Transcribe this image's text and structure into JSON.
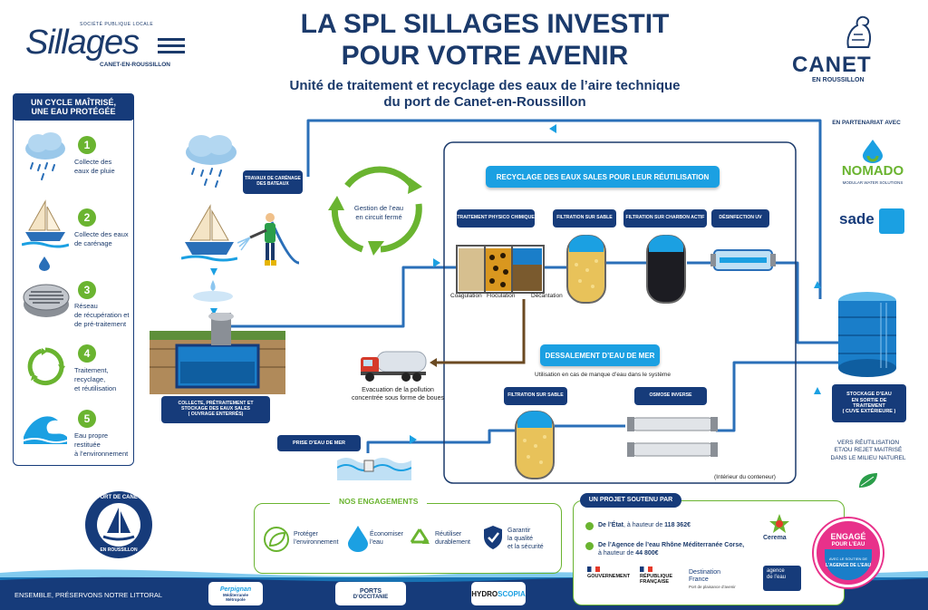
{
  "header": {
    "title_line1": "LA SPL SILLAGES INVESTIT",
    "title_line2": "POUR VOTRE AVENIR",
    "subtitle_line1": "Unité de traitement et recyclage des eaux de l’aire technique",
    "subtitle_line2": "du port de Canet-en-Roussillon"
  },
  "logo_sillages": {
    "small": "SOCIÉTÉ PUBLIQUE LOCALE",
    "name": "Sillages",
    "sub": "CANET-EN-ROUSSILLON"
  },
  "logo_canet": {
    "name": "CANET",
    "sub": "EN ROUSSILLON"
  },
  "cycle": {
    "header_line1": "UN CYCLE MAÎTRISÉ,",
    "header_line2": "UNE EAU PROTÉGÉE",
    "steps": [
      {
        "num": "1",
        "l1": "Collecte des",
        "l2": "eaux de pluie",
        "l3": "",
        "l4": ""
      },
      {
        "num": "2",
        "l1": "Collecte des eaux",
        "l2": "de carénage",
        "l3": "",
        "l4": ""
      },
      {
        "num": "3",
        "l1": "Réseau",
        "l2": "de récupération et",
        "l3": "de pré-traitement",
        "l4": ""
      },
      {
        "num": "4",
        "l1": "Traitement,",
        "l2": "recyclage,",
        "l3": "et réutilisation",
        "l4": ""
      },
      {
        "num": "5",
        "l1": "Eau propre",
        "l2": "restituée",
        "l3": "à l’environnement",
        "l4": ""
      }
    ]
  },
  "diagram": {
    "travaux_l1": "TRAVAUX DE CARÉNAGE",
    "travaux_l2": "DES BATEAUX",
    "gestion_l1": "Gestion de l’eau",
    "gestion_l2": "en circuit fermé",
    "collecte_l1": "COLLECTE, PRÉTRAITEMENT ET",
    "collecte_l2": "STOCKAGE DES EAUX SALES",
    "collecte_l3": "( OUVRAGE ENTERRÉS)",
    "recyclage_title": "RECYCLAGE DES EAUX SALES POUR LEUR RÉUTILISATION",
    "stage_physico": "TRAITEMENT PHYSICO CHIMIQUE",
    "stage_sable": "FILTRATION SUR SABLE",
    "stage_charbon": "FILTRATION SUR CHARBON ACTIF",
    "stage_uv": "DÉSINFECTION UV",
    "coagulation": "Coagulation",
    "floculation": "Floculation",
    "decantation": "Décantation",
    "evac_l1": "Evacuation de la pollution",
    "evac_l2": "concentrée sous forme de boues",
    "dessalement_title": "DESSALEMENT D’EAU DE MER",
    "dessalement_sub": "Utilisation en cas de manque d’eau dans le système",
    "filtration_sable2": "FILTRATION SUR SABLE",
    "osmose": "OSMOSE INVERSE",
    "prise": "PRISE D’EAU DE MER",
    "interieur": "(Intérieur du conteneur)",
    "stockage_l1": "STOCKAGE D’EAU",
    "stockage_l2": "EN SORTIE DE",
    "stockage_l3": "TRAITEMENT",
    "stockage_l4": "( CUVE EXTÉRIEURE )",
    "vers_l1": "VERS RÉUTILISATION",
    "vers_l2": "ET/OU REJET MAITRISÉ",
    "vers_l3": "DANS LE MILIEU NATUREL"
  },
  "partners": {
    "header": "EN PARTENARIAT AVEC",
    "nomado": "NOMADO",
    "nomado_sub": "MODULAR WATER SOLUTIONS",
    "sade": "sade"
  },
  "engagements": {
    "title": "NOS ENGAGEMENTS",
    "items": [
      {
        "l1": "Protéger",
        "l2": "l’environnement",
        "l3": ""
      },
      {
        "l1": "Économiser",
        "l2": "l’eau",
        "l3": ""
      },
      {
        "l1": "Réutiliser",
        "l2": "durablement",
        "l3": ""
      },
      {
        "l1": "Garantir",
        "l2": "la qualité",
        "l3": "et la sécurité"
      }
    ]
  },
  "projet": {
    "title": "UN PROJET SOUTENU PAR",
    "etat_a": "De l’État",
    "etat_b": ", à hauteur de ",
    "etat_c": "118 362€",
    "agence_a": "De l’Agence de l’eau Rhône Méditerranée Corse,",
    "agence_b": "à hauteur de ",
    "agence_c": "44 800€",
    "cerema": "Cerema",
    "gouv_l1": "GOUVERNEMENT",
    "rep_l1": "RÉPUBLIQUE",
    "rep_l2": "FRANÇAISE",
    "dest_l1": "Destination",
    "dest_l2": "France",
    "dest_l3": "Port de plaisance d’avenir",
    "agence_logo_l1": "agence",
    "agence_logo_l2": "de l’eau",
    "badge_l1": "ENGAGÉ",
    "badge_l2": "POUR L’EAU",
    "badge_l3": "AVEC LE SOUTIEN DE",
    "badge_l4": "L’AGENCE DE L’EAU"
  },
  "port_logo": {
    "top": "PORT DE CANET",
    "bottom": "EN ROUSSILLON"
  },
  "footer": {
    "slogan": "ENSEMBLE, PRÉSERVONS NOTRE LITTORAL",
    "perpignan_l1": "Perpignan",
    "perpignan_l2": "Méditerranée",
    "perpignan_l3": "Métropole",
    "ports_l1": "PORTS",
    "ports_l2": "D’OCCITANIE",
    "hydro_l1": "HYDRO",
    "hydro_l2": "SCOPIA"
  },
  "colors": {
    "navy": "#163b7a",
    "cyan": "#1ba0e2",
    "green": "#6ab430",
    "pipe": "#2a6fb8"
  }
}
